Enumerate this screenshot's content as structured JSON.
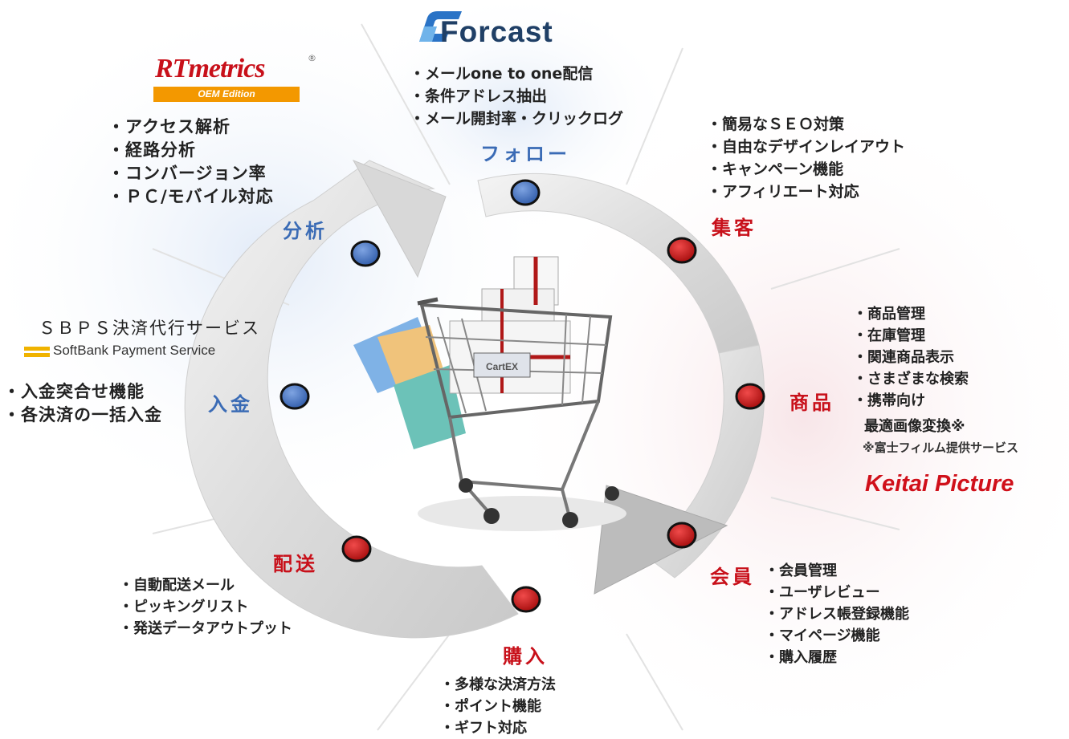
{
  "logos": {
    "forcast": "Forcast",
    "rtmetrics": "RTmetrics",
    "rtmetrics_edition": "OEM Edition",
    "sbps_title": "ＳＢＰＳ決済代行サービス",
    "softbank": "SoftBank Payment Service",
    "keitai": "Keitai Picture",
    "cart_label": "CartEX"
  },
  "stages": {
    "follow": "フォロー",
    "acquire": "集客",
    "product": "商品",
    "member": "会員",
    "purchase": "購入",
    "shipping": "配送",
    "payment": "入金",
    "analysis": "分析"
  },
  "lists": {
    "follow": [
      "メールone to one配信",
      "条件アドレス抽出",
      "メール開封率・クリックログ"
    ],
    "acquire": [
      "簡易なＳＥＯ対策",
      "自由なデザインレイアウト",
      "キャンペーン機能",
      "アフィリエート対応"
    ],
    "product": [
      "商品管理",
      "在庫管理",
      "関連商品表示",
      "さまざまな検索",
      "携帯向け"
    ],
    "product_extra": "最適画像変換※",
    "product_note": "※富士フィルム提供サービス",
    "member": [
      "会員管理",
      "ユーザレビュー",
      "アドレス帳登録機能",
      "マイページ機能",
      "購入履歴"
    ],
    "purchase": [
      "多様な決済方法",
      "ポイント機能",
      "ギフト対応"
    ],
    "shipping": [
      "自動配送メール",
      "ピッキングリスト",
      "発送データアウトプット"
    ],
    "payment": [
      "入金突合せ機能",
      "各決済の一括入金"
    ],
    "analysis": [
      "アクセス解析",
      "経路分析",
      "コンバージョン率",
      "ＰＣ/モバイル対応"
    ]
  },
  "colors": {
    "blue_stage": "#3a6bb5",
    "red_stage": "#c8101a",
    "blue_dot": "#3f6fc2",
    "red_dot": "#c81212",
    "arrow": "#e3e3e3",
    "rtmetrics_bar": "#f39800",
    "forcast_blue": "#2a73c6"
  }
}
